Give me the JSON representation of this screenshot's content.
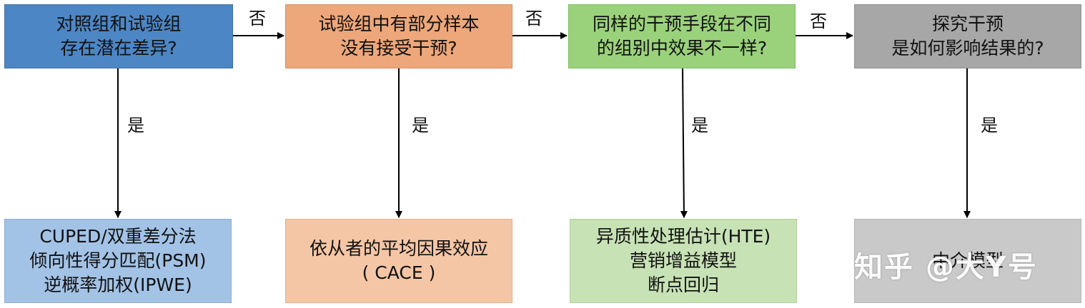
{
  "questions": [
    {
      "lines": [
        "对照组和试验组",
        "存在潜在差异?"
      ]
    },
    {
      "lines": [
        "试验组中有部分样本",
        "没有接受干预?"
      ]
    },
    {
      "lines": [
        "同样的干预手段在不同",
        "的组别中效果不一样?"
      ]
    },
    {
      "lines": [
        "探究干预",
        "是如何影响结果的?"
      ]
    }
  ],
  "results": [
    {
      "lines": [
        "CUPED/双重差分法",
        "倾向性得分匹配(PSM)",
        "逆概率加权(IPWE)"
      ]
    },
    {
      "lines": [
        "依从者的平均因果效应",
        "( CACE )"
      ]
    },
    {
      "lines": [
        "异质性处理估计(HTE)",
        "营销增益模型",
        "断点回归"
      ]
    },
    {
      "lines": [
        "中介模型"
      ]
    }
  ],
  "labels": {
    "no": "否",
    "yes": "是"
  },
  "watermark": "知乎 @大Y号"
}
